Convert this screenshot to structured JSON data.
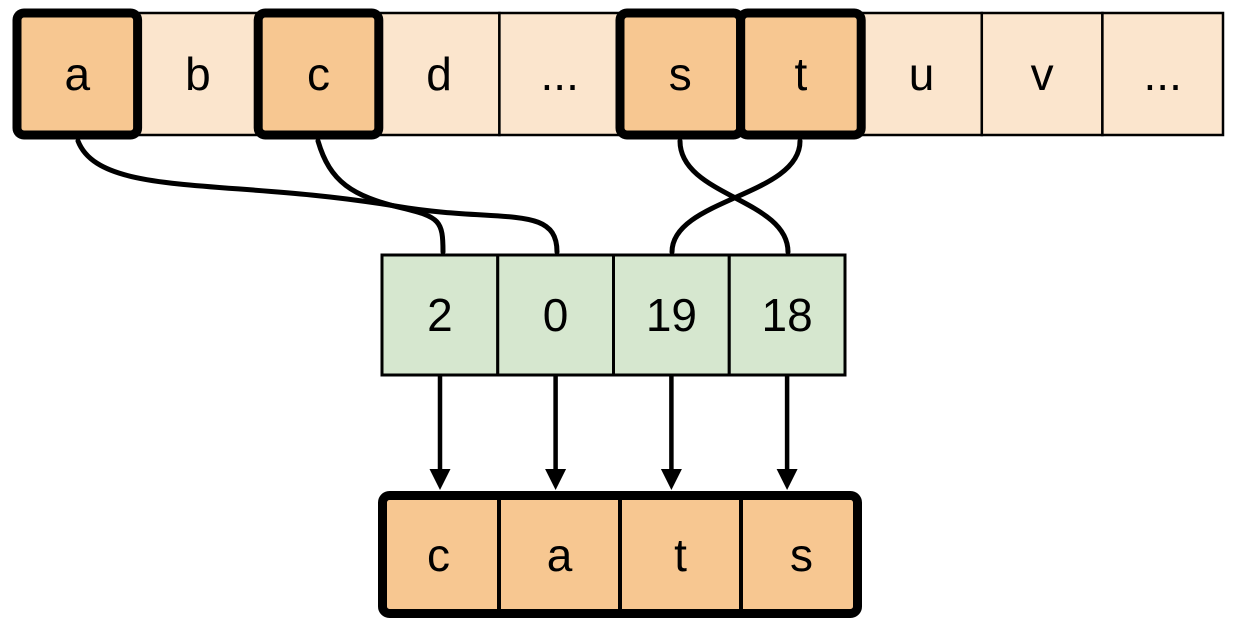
{
  "colors": {
    "alphabet_cell": "#FBE5CD",
    "highlight_cell": "#F7C791",
    "index_cell": "#D6E7CF",
    "stroke": "#000000",
    "background": "#FFFFFF"
  },
  "alphabet_row": {
    "cells": [
      {
        "label": "a",
        "highlighted": true
      },
      {
        "label": "b",
        "highlighted": false
      },
      {
        "label": "c",
        "highlighted": true
      },
      {
        "label": "d",
        "highlighted": false
      },
      {
        "label": "...",
        "highlighted": false
      },
      {
        "label": "s",
        "highlighted": true
      },
      {
        "label": "t",
        "highlighted": true
      },
      {
        "label": "u",
        "highlighted": false
      },
      {
        "label": "v",
        "highlighted": false
      },
      {
        "label": "...",
        "highlighted": false
      }
    ]
  },
  "index_row": {
    "cells": [
      {
        "label": "2"
      },
      {
        "label": "0"
      },
      {
        "label": "19"
      },
      {
        "label": "18"
      }
    ]
  },
  "output_row": {
    "cells": [
      {
        "label": "c"
      },
      {
        "label": "a"
      },
      {
        "label": "t"
      },
      {
        "label": "s"
      }
    ]
  },
  "mappings": {
    "letter_to_index": [
      {
        "letter": "a",
        "index": "0"
      },
      {
        "letter": "c",
        "index": "2"
      },
      {
        "letter": "s",
        "index": "18"
      },
      {
        "letter": "t",
        "index": "19"
      }
    ],
    "index_to_output": [
      {
        "index": "2",
        "output": "c"
      },
      {
        "index": "0",
        "output": "a"
      },
      {
        "index": "19",
        "output": "t"
      },
      {
        "index": "18",
        "output": "s"
      }
    ]
  }
}
